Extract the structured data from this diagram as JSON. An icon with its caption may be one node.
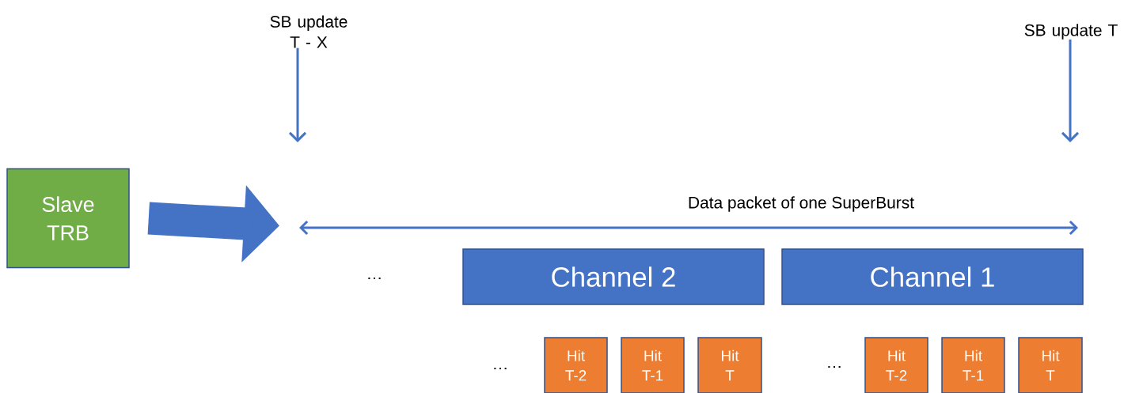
{
  "diagram": {
    "nodes": [
      {
        "text": [
          "SB update T - X"
        ]
      },
      {
        "text": [
          "SB update T"
        ]
      },
      {
        "text": [
          "Slave TRB"
        ]
      },
      {
        "text": [
          "Channel 2"
        ]
      },
      {
        "text": [
          "Channel 1"
        ]
      },
      {
        "text": [
          "Hit T-2"
        ]
      },
      {
        "text": [
          "Hit T-1"
        ]
      },
      {
        "text": [
          "Hit T"
        ]
      },
      {
        "text": [
          "Hit T-2"
        ]
      },
      {
        "text": [
          "Hit T-1"
        ]
      },
      {
        "text": [
          "Hit T"
        ]
      }
    ],
    "edges": [
      {
        "from": 0,
        "to": null,
        "arrow": "to"
      },
      {
        "from": 1,
        "to": null,
        "arrow": "to"
      },
      {
        "from": 2,
        "to": null,
        "arrow": "to",
        "style": "thick"
      }
    ],
    "labels": [
      "Data packet of one SuperBurst",
      "…",
      "…",
      "…"
    ]
  }
}
